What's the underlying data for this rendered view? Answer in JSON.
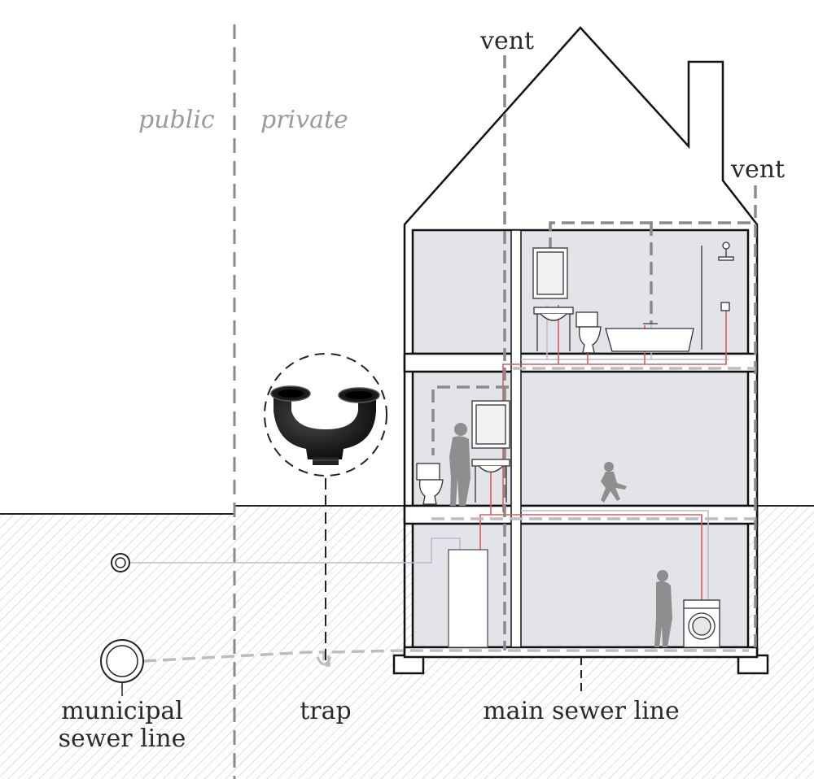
{
  "labels": {
    "public": "public",
    "private": "private",
    "vent_left": "vent",
    "vent_right": "vent",
    "municipal_line1": "municipal",
    "municipal_line2": "sewer line",
    "trap": "trap",
    "main_sewer": "main sewer line"
  },
  "colors": {
    "ground_line": "#222222",
    "soil_hatch": "#c9c9c9",
    "interior": "#e3e4ea",
    "drain_pipe": "#b7b7b7",
    "vent_pipe": "#8a8a8a",
    "hot_water": "#e05a5a",
    "cold_water": "#b9bccf",
    "silhouette": "#8e8e8e"
  },
  "icons": [
    "p-trap-fitting-icon",
    "person-silhouette-icon",
    "child-silhouette-icon",
    "toilet-icon",
    "sink-icon",
    "bathtub-icon",
    "shower-icon",
    "washing-machine-icon",
    "water-heater-icon",
    "mirror-icon"
  ]
}
